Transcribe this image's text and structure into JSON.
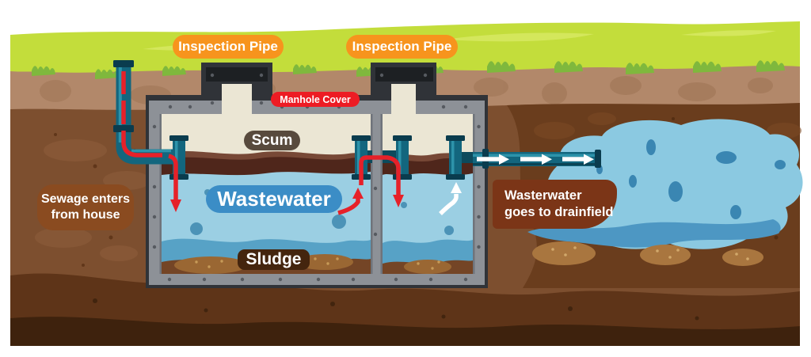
{
  "labels": {
    "inspection_pipe_left": "Inspection Pipe",
    "inspection_pipe_right": "Inspection Pipe",
    "manhole_cover": "Manhole Cover",
    "scum": "Scum",
    "wastewater": "Wastewater",
    "sludge": "Sludge",
    "sewage_inlet": {
      "line1": "Sewage enters",
      "line2": "from house"
    },
    "drainfield_outlet": {
      "line1": "Wasterwater",
      "line2": "goes to drainfield"
    }
  },
  "colors": {
    "grass": "#c3dd3b",
    "grass_fringe": "#7fb83d",
    "topsoil": "#b2886a",
    "midsoil": "#7d4f2f",
    "right_dark_soil": "#6a3d1d",
    "deep_soil": "#5e3418",
    "darkest_soil": "#3e220d",
    "tank_gray": "#8d9197",
    "tank_outline": "#303338",
    "manhole_cover_cap": "#1d2023",
    "tank_interior": "#ebe6d4",
    "scum_layer": "#4f261b",
    "water": "#9bcfe3",
    "water_wave": "#57a2c6",
    "sludge_layer": "#744526",
    "pipe": "#13667e",
    "pipe_highlight": "#2d93aa",
    "pipe_flange": "#0a3c4e",
    "arrow_red": "#e62129",
    "arrow_white": "#ffffff",
    "drainfield_water": "#8bc9e1",
    "drainfield_wave": "#4d97c3",
    "label_orange": "#f7941d",
    "label_red": "#ed1c24",
    "label_blue": "#3b8dc6",
    "label_scum_bg": "#584a3d",
    "label_sludge_bg": "#44250e",
    "label_sewage_bg": "#8a4b20",
    "label_drainfield_bg": "#7b3517"
  }
}
